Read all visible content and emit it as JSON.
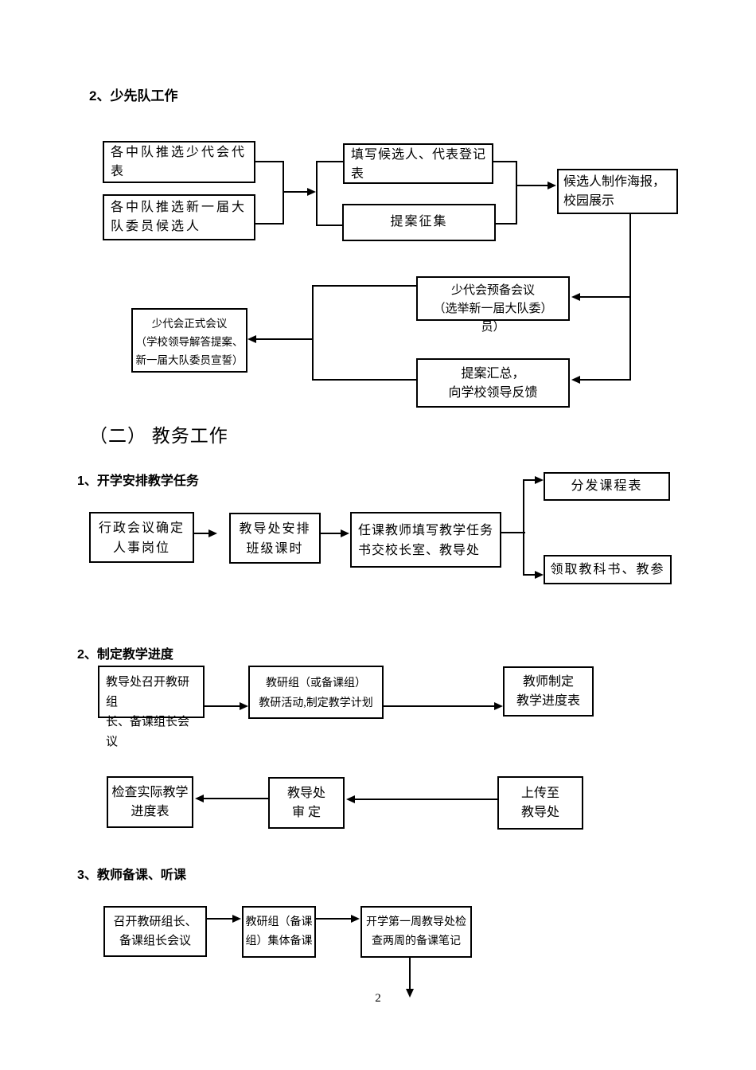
{
  "doc": {
    "sec_shaoxiandui": {
      "heading": "2、少先队工作",
      "box_recommend_delegates": "各中队推选少代会代\n表",
      "box_recommend_candidates": "各中队推选新一届大\n队委员候选人",
      "box_fill_registration": "填写候选人、代表登记\n表",
      "box_proposal_collection": "提案征集",
      "box_poster_display": "候选人制作海报，\n校园展示",
      "box_prep_meeting": "少代会预备会议\n（选举新一届大队委）\n员）",
      "box_proposal_summary": "提案汇总，\n向学校领导反馈",
      "box_formal_meeting": "少代会正式会议\n（学校领导解答提案、\n新一届大队委员宣誓）"
    },
    "sec_jiaowu": {
      "heading": "（二） 教务工作",
      "sub_assign_tasks": {
        "heading": "1、开学安排教学任务",
        "box_admin_meeting": "行政会议确定\n人事岗位",
        "box_schedule_hours": "教导处安排\n班级课时",
        "box_fill_task_book": "任课教师填写教学任务\n书交校长室、教导处",
        "box_distribute_timetable": "分发课程表",
        "box_get_textbooks": "领取教科书、教参"
      },
      "sub_teaching_progress": {
        "heading": "2、制定教学进度",
        "box_convene_leaders": "教导处召开教研组\n长、备课组长会议",
        "box_research_activity": "教研组（或备课组）\n教研活动,制定教学计划",
        "box_make_schedule": "教师制定\n教学进度表",
        "box_check_actual": "检查实际教学\n进度表",
        "box_review": "教导处\n审 定",
        "box_upload": "上传至\n教导处"
      },
      "sub_lesson_prep": {
        "heading": "3、教师备课、听课",
        "box_convene_meeting": "召开教研组长、\n备课组长会议",
        "box_group_prep": "教研组（备课\n组）集体备课",
        "box_first_week_check": "开学第一周教导处检\n查两周的备课笔记"
      }
    },
    "footer": {
      "page_number": "2"
    }
  }
}
